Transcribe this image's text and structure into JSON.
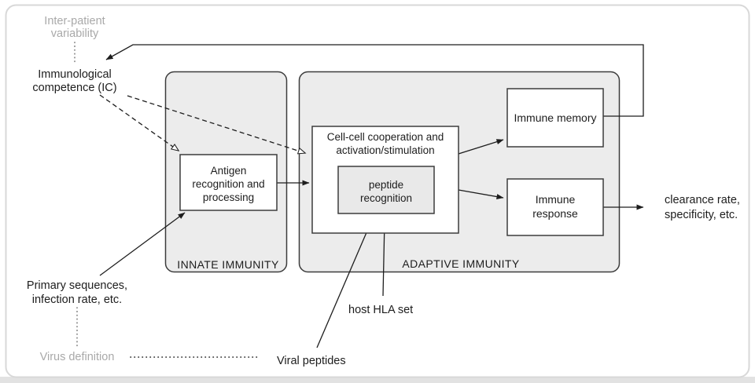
{
  "figure": {
    "labels": {
      "inter_patient": {
        "line1": "Inter-patient",
        "line2": "variability"
      },
      "immunological_competence": {
        "line1": "Immunological",
        "line2": "competence (IC)"
      },
      "antigen_processing": {
        "line1": "Antigen",
        "line2": "recognition and",
        "line3": "processing"
      },
      "cell_cooperation": {
        "line1": "Cell-cell cooperation and",
        "line2": "activation/stimulation"
      },
      "peptide_recognition": {
        "line1": "peptide",
        "line2": "recognition"
      },
      "immune_memory": "Immune memory",
      "immune_response": {
        "line1": "Immune",
        "line2": "response"
      },
      "innate_title": "INNATE IMMUNITY",
      "adaptive_title": "ADAPTIVE IMMUNITY",
      "primary_sequences": {
        "line1": "Primary sequences,",
        "line2": "infection rate, etc."
      },
      "virus_definition": "Virus definition",
      "viral_peptides": "Viral peptides",
      "host_hla": "host HLA set",
      "clearance": {
        "line1": "clearance rate,",
        "line2": "specificity, etc."
      }
    },
    "colors": {
      "text": "#1d1d1d",
      "muted_text": "#a9a9a9",
      "line": "#1d1d1d",
      "box_border": "#3c3c3c",
      "container_fill": "#ececec",
      "inner_fill": "#e9e9e9",
      "frame_border": "#d8d8d8",
      "page_strip": "#e2e2e2",
      "muted_dots": "#8c8c8c"
    }
  }
}
